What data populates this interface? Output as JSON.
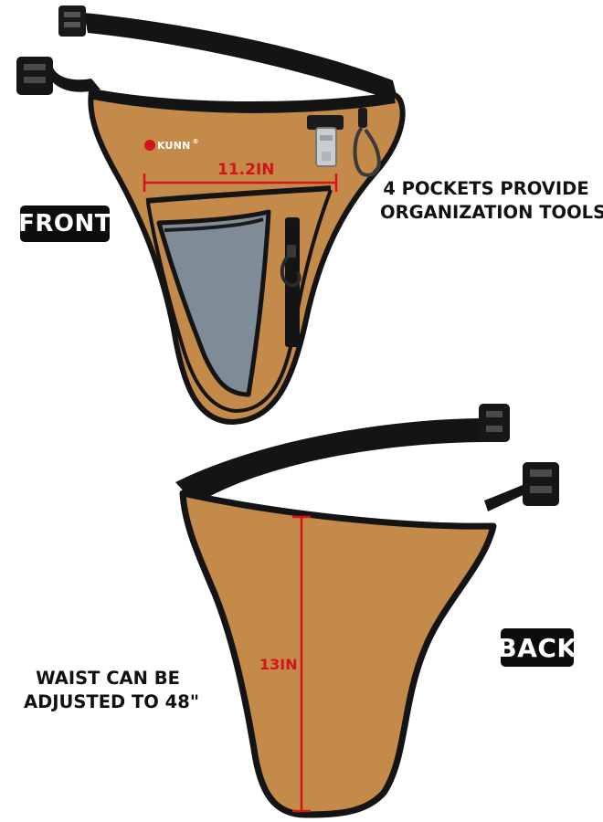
{
  "labels": {
    "front": "FRONT",
    "back": "BACK"
  },
  "captions": {
    "pockets_line1": "4 POCKETS PROVIDE",
    "pockets_line2": "ORGANIZATION TOOLS",
    "waist_line1": "WAIST CAN BE",
    "waist_line2": "ADJUSTED TO 48\""
  },
  "measurements": {
    "width": "11.2IN",
    "height": "13IN"
  },
  "brand": {
    "name": "KUNN",
    "mark": "®"
  },
  "colors": {
    "canvas": "#c48a4a",
    "strap": "#141414",
    "mesh": "#7f8b97",
    "measure_red": "#d3141a",
    "badge_bg": "#0c0c0c"
  }
}
